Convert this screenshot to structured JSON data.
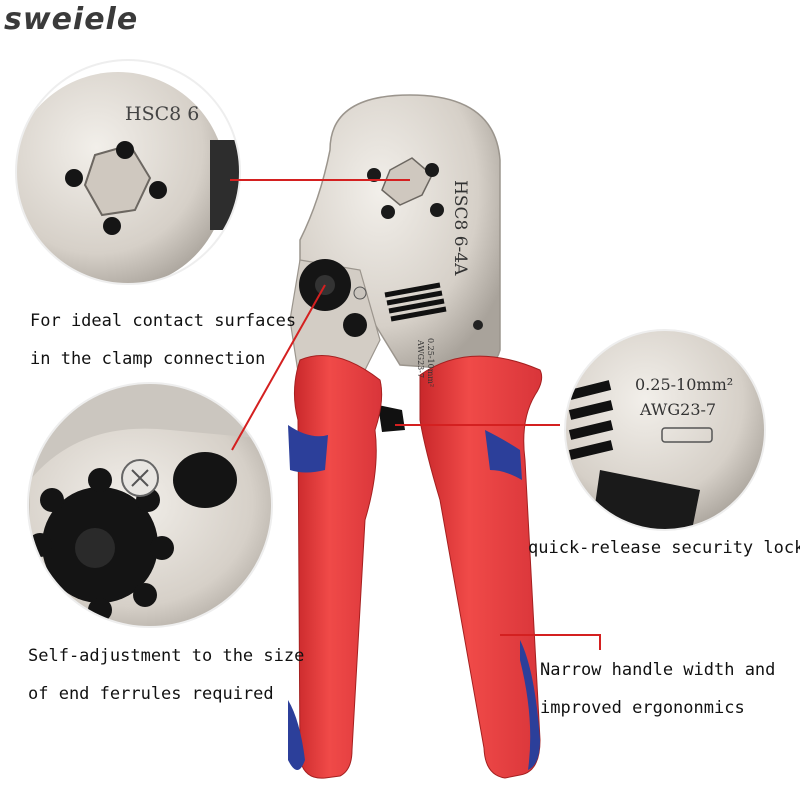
{
  "brand": "sweiele",
  "tool": {
    "model_main": "HSC8  6-4A",
    "model_zoom": "HSC8  6",
    "range_small": "0.25-10mm²",
    "awg_small": "AWG23-7",
    "range_zoom": "0.25-10mm²",
    "awg_zoom": "AWG23-7"
  },
  "captions": {
    "contact_line1": "For ideal contact surfaces",
    "contact_line2": "in the clamp connection",
    "self_adjust_line1": "Self-adjustment to the size",
    "self_adjust_line2": "of end ferrules required",
    "lock": "quick-release security lock",
    "handle_line1": "Narrow handle width and",
    "handle_line2": "improved ergononmics"
  },
  "colors": {
    "handle_red": "#e8403f",
    "handle_blue": "#2c3f9a",
    "metal": "#d9d4cd",
    "callout_line": "#d42020"
  }
}
